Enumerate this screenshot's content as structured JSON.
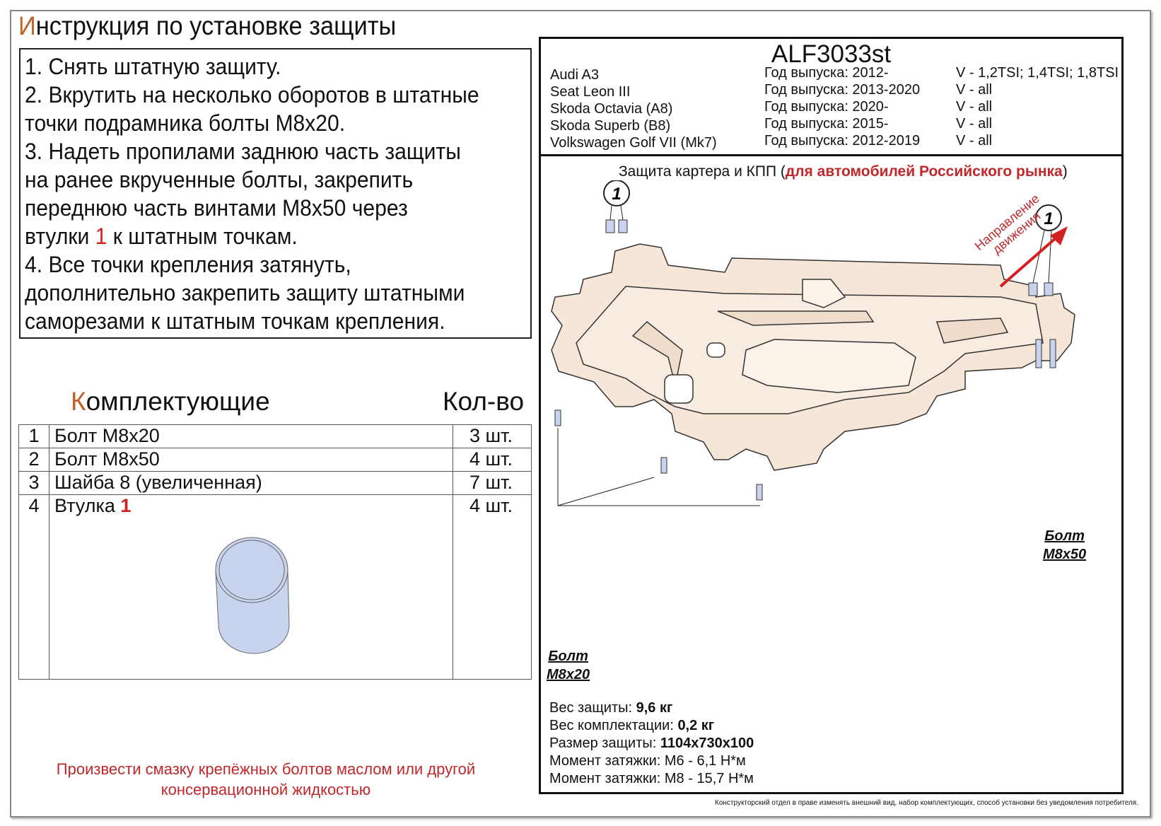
{
  "instructions": {
    "title_first": "И",
    "title_rest": "нструкция по установке защиты",
    "lines": [
      "1. Снять штатную защиту.",
      "2. Вкрутить на несколько оборотов в штатные",
      "точки подрамника болты М8х20.",
      "3. Надеть пропилами заднюю часть защиты",
      "на ранее вкрученные болты, закрепить",
      "переднюю  часть винтами М8х50 через"
    ],
    "line7_a": "втулки ",
    "line7_num": "1",
    "line7_b": " к штатным точкам.",
    "lines_end": [
      "4. Все точки крепления затянуть,",
      "дополнительно закрепить защиту штатными",
      "саморезами к штатным точкам крепления."
    ]
  },
  "kit": {
    "title_first": "К",
    "title_rest": "омплектующие",
    "qty_title": "Кол-во",
    "rows": [
      {
        "n": "1",
        "name": "Болт М8х20",
        "qty": "3 шт."
      },
      {
        "n": "2",
        "name": "Болт М8х50",
        "qty": "4 шт."
      },
      {
        "n": "3",
        "name": "Шайба 8 (увеличенная)",
        "qty": "7 шт."
      },
      {
        "n": "4",
        "name": "Втулка ",
        "num": "1",
        "qty": "4 шт."
      }
    ]
  },
  "note": [
    "Произвести смазку крепёжных болтов маслом или другой",
    "консервационной жидкостью"
  ],
  "product": {
    "code": "ALF3033st",
    "cars": [
      {
        "model": "Audi A3",
        "year": "Год выпуска: 2012-",
        "engine": "V - 1,2TSI; 1,4TSI; 1,8TSI"
      },
      {
        "model": "Seat Leon III",
        "year": "Год выпуска: 2013-2020",
        "engine": "V - all"
      },
      {
        "model": "Skoda Octavia (A8)",
        "year": "Год выпуска: 2020-",
        "engine": "V - all"
      },
      {
        "model": "Skoda Superb (B8)",
        "year": "Год выпуска: 2015-",
        "engine": "V - all"
      },
      {
        "model": "Volkswagen Golf VII (Mk7)",
        "year": "Год выпуска: 2012-2019",
        "engine": "V - all"
      }
    ],
    "subtitle_a": "Защита картера и КПП (",
    "subtitle_red": "для автомобилей Российского рынка",
    "subtitle_b": ")"
  },
  "drawing": {
    "direction_line1": "Направление",
    "direction_line2": "движения",
    "callout": "1",
    "bolt_m8x50": [
      "Болт",
      "М8х50"
    ],
    "bolt_m8x20": [
      "Болт",
      "М8х20"
    ],
    "plate_color": "#f5e6d8",
    "accent": "#d42020"
  },
  "specs": [
    {
      "label": "Вес защиты: ",
      "value": "9,6 кг"
    },
    {
      "label": "Вес комплектации: ",
      "value": "0,2 кг"
    },
    {
      "label": "Размер защиты: ",
      "value": "1104х730х100"
    },
    {
      "label": "Момент затяжки: М6 - 6,1 Н*м",
      "value": ""
    },
    {
      "label": "Момент затяжки: М8 - 15,7 Н*м",
      "value": ""
    }
  ],
  "footer": "Конструкторский отдел в праве изменять внешний вид, набор комплектующих, способ установки без уведомления потребителя."
}
